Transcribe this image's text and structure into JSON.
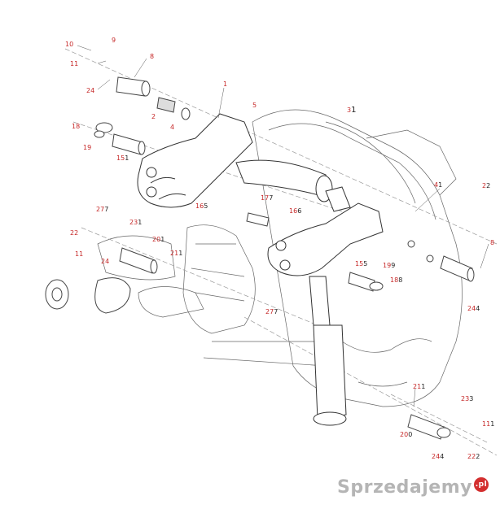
{
  "callouts": [
    {
      "id": "c10a",
      "red": "10",
      "black": ""
    },
    {
      "id": "c9a",
      "red": "9",
      "black": ""
    },
    {
      "id": "c11a",
      "red": "11",
      "black": ""
    },
    {
      "id": "c8a",
      "red": "8",
      "black": ""
    },
    {
      "id": "c24a",
      "red": "24",
      "black": ""
    },
    {
      "id": "c2a",
      "red": "2",
      "black": ""
    },
    {
      "id": "c4a",
      "red": "4",
      "black": ""
    },
    {
      "id": "c1a",
      "red": "1",
      "black": ""
    },
    {
      "id": "c5a",
      "red": "5",
      "black": ""
    },
    {
      "id": "c3a",
      "red": "3",
      "black": "1"
    },
    {
      "id": "c18a",
      "red": "18",
      "black": ""
    },
    {
      "id": "c19a",
      "red": "19",
      "black": ""
    },
    {
      "id": "c15a",
      "red": "15",
      "black": "1"
    },
    {
      "id": "c16a",
      "red": "16",
      "black": "5"
    },
    {
      "id": "c17a",
      "red": "17",
      "black": "7"
    },
    {
      "id": "c16b",
      "red": "16",
      "black": "6"
    },
    {
      "id": "c27a",
      "red": "27",
      "black": "7"
    },
    {
      "id": "c23a",
      "red": "23",
      "black": "1"
    },
    {
      "id": "c22a",
      "red": "22",
      "black": ""
    },
    {
      "id": "c20a",
      "red": "20",
      "black": "1"
    },
    {
      "id": "c11b",
      "red": "11",
      "black": ""
    },
    {
      "id": "c24b",
      "red": "24",
      "black": ""
    },
    {
      "id": "c21a",
      "red": "21",
      "black": "1"
    },
    {
      "id": "c4b",
      "red": "4",
      "black": "1"
    },
    {
      "id": "c2b",
      "red": "2",
      "black": "2"
    },
    {
      "id": "c8b",
      "red": "8",
      "black": ""
    },
    {
      "id": "c15b",
      "red": "15",
      "black": "5"
    },
    {
      "id": "c19b",
      "red": "19",
      "black": "9"
    },
    {
      "id": "c18b",
      "red": "18",
      "black": "8"
    },
    {
      "id": "c27b",
      "red": "27",
      "black": "7"
    },
    {
      "id": "c24c",
      "red": "24",
      "black": "4"
    },
    {
      "id": "c21b",
      "red": "21",
      "black": "1"
    },
    {
      "id": "c23b",
      "red": "23",
      "black": "3"
    },
    {
      "id": "c11c",
      "red": "11",
      "black": "1"
    },
    {
      "id": "c20b",
      "red": "20",
      "black": "0"
    },
    {
      "id": "c24d",
      "red": "24",
      "black": "4"
    },
    {
      "id": "c22b",
      "red": "22",
      "black": "2"
    }
  ],
  "watermark": {
    "text": "Sprzedajemy",
    "suffix": ".pl"
  },
  "colors": {
    "callout_red": "#c62828",
    "line": "#333333",
    "part": "#666666"
  }
}
